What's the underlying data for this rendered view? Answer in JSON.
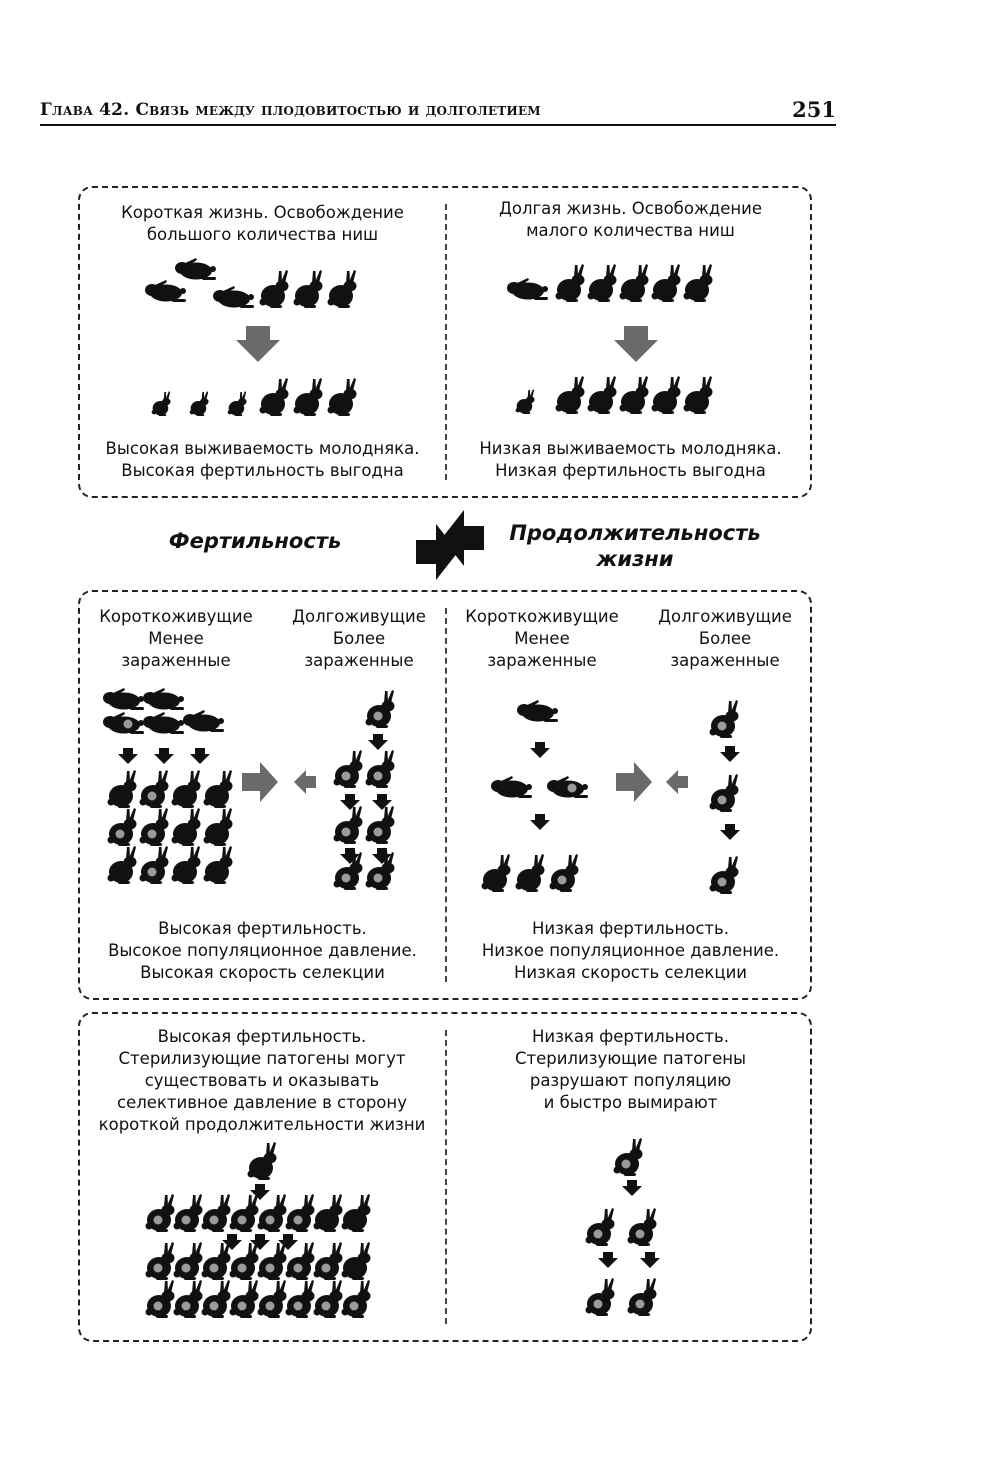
{
  "header": {
    "title": "Глава 42. Связь между плодовитостью и долголетием",
    "page_number": "251"
  },
  "panel1": {
    "left_top": [
      "Короткая жизнь. Освобождение",
      "большого количества ниш"
    ],
    "left_bottom": [
      "Высокая выживаемость молодняка.",
      "Высокая фертильность выгодна"
    ],
    "right_top": [
      "Долгая жизнь. Освобождение",
      "малого количества ниш"
    ],
    "right_bottom": [
      "Низкая выживаемость молодняка.",
      "Низкая фертильность выгодна"
    ]
  },
  "middle": {
    "fertility_label": "Фертильность",
    "lifespan_label": [
      "Продолжительность",
      "жизни"
    ]
  },
  "panel2": {
    "left_short": [
      "Короткоживущие",
      "Менее",
      "зараженные"
    ],
    "left_long": [
      "Долгоживущие",
      "Более",
      "зараженные"
    ],
    "right_short": [
      "Короткоживущие",
      "Менее",
      "зараженные"
    ],
    "right_long": [
      "Долгоживущие",
      "Более",
      "зараженные"
    ],
    "left_bottom": [
      "Высокая фертильность.",
      "Высокое популяционное давление.",
      "Высокая скорость селекции"
    ],
    "right_bottom": [
      "Низкая фертильность.",
      "Низкое популяционное давление.",
      "Низкая скорость селекции"
    ]
  },
  "panel3": {
    "left_top": [
      "Высокая фертильность.",
      "Стерилизующие патогены могут",
      "существовать и оказывать",
      "селективное  давление в сторону",
      "короткой продолжительности жизни"
    ],
    "right_top": [
      "Низкая фертильность.",
      "Стерилизующие патогены",
      "разрушают популяцию",
      "и быстро вымирают"
    ]
  },
  "colors": {
    "ink": "#111111",
    "arrow_gray": "#6a6a6a",
    "infection_gray": "#9a9a9a"
  },
  "icons": [
    "rabbit-icon",
    "rabbit-lying-icon",
    "infected-rabbit-icon",
    "down-arrow-icon",
    "right-arrow-icon",
    "left-arrow-icon"
  ]
}
